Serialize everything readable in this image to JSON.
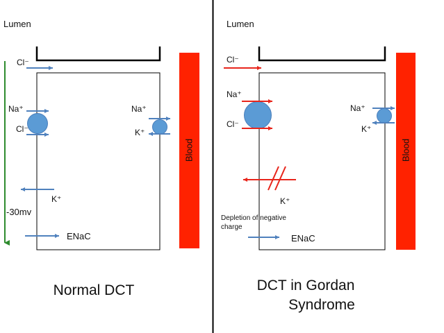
{
  "colors": {
    "blue_arrow": "#4f81bd",
    "red_arrow": "#e8251b",
    "green_axis": "#2e8b2e",
    "blood": "#ff2200",
    "cell_outline": "#000000"
  },
  "left_panel": {
    "lumen_label": "Lumen",
    "cl_top": "Cl⁻",
    "na_apical": "Na⁺",
    "cl_apical": "Cl⁻",
    "na_basolateral": "Na⁺",
    "k_basolateral": "K⁺",
    "k_channel": "K⁺",
    "voltage": "-30mv",
    "enac": "ENaC",
    "blood_label": "Blood",
    "title": "Normal DCT"
  },
  "right_panel": {
    "lumen_label": "Lumen",
    "cl_top": "Cl⁻",
    "na_apical": "Na⁺",
    "cl_apical": "Cl⁻",
    "na_basolateral": "Na⁺",
    "k_basolateral": "K⁺",
    "k_channel": "K⁺",
    "depletion_note": "Depletion of negative charge",
    "enac": "ENaC",
    "blood_label": "Blood",
    "title_line1": "DCT in Gordan",
    "title_line2": "Syndrome"
  }
}
